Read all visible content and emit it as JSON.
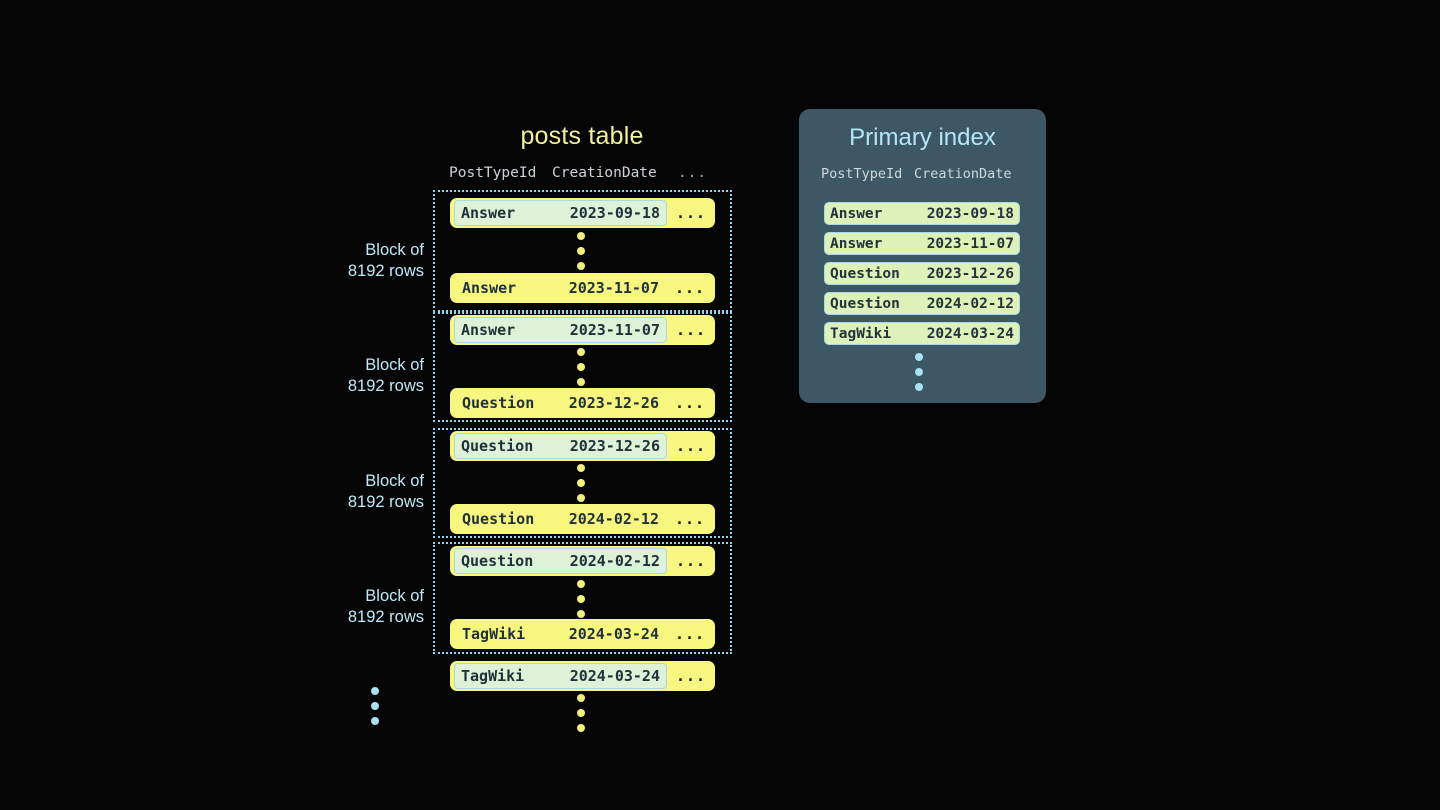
{
  "posts_table": {
    "title": "posts table",
    "columns": [
      "PostTypeId",
      "CreationDate",
      "..."
    ],
    "block_label_line1": "Block of",
    "block_label_line2": "8192 rows",
    "row_trailing": "...",
    "blocks": [
      {
        "label_line1": "Block of",
        "label_line2": "8192 rows",
        "first_row": {
          "post_type_id": "Answer",
          "creation_date": "2023-09-18",
          "trailing": "...",
          "highlighted": true
        },
        "last_row": {
          "post_type_id": "Answer",
          "creation_date": "2023-11-07",
          "trailing": "...",
          "highlighted": false
        }
      },
      {
        "label_line1": "Block of",
        "label_line2": "8192 rows",
        "first_row": {
          "post_type_id": "Answer",
          "creation_date": "2023-11-07",
          "trailing": "...",
          "highlighted": true
        },
        "last_row": {
          "post_type_id": "Question",
          "creation_date": "2023-12-26",
          "trailing": "...",
          "highlighted": false
        }
      },
      {
        "label_line1": "Block of",
        "label_line2": "8192 rows",
        "first_row": {
          "post_type_id": "Question",
          "creation_date": "2023-12-26",
          "trailing": "...",
          "highlighted": true
        },
        "last_row": {
          "post_type_id": "Question",
          "creation_date": "2024-02-12",
          "trailing": "...",
          "highlighted": false
        }
      },
      {
        "label_line1": "Block of",
        "label_line2": "8192 rows",
        "first_row": {
          "post_type_id": "Question",
          "creation_date": "2024-02-12",
          "trailing": "...",
          "highlighted": true
        },
        "last_row": {
          "post_type_id": "TagWiki",
          "creation_date": "2024-03-24",
          "trailing": "...",
          "highlighted": false
        }
      }
    ],
    "overflow_row": {
      "post_type_id": "TagWiki",
      "creation_date": "2024-03-24",
      "trailing": "...",
      "highlighted": true
    }
  },
  "primary_index": {
    "title": "Primary index",
    "columns": [
      "PostTypeId",
      "CreationDate"
    ],
    "rows": [
      {
        "post_type_id": "Answer",
        "creation_date": "2023-09-18"
      },
      {
        "post_type_id": "Answer",
        "creation_date": "2023-11-07"
      },
      {
        "post_type_id": "Question",
        "creation_date": "2023-12-26"
      },
      {
        "post_type_id": "Question",
        "creation_date": "2024-02-12"
      },
      {
        "post_type_id": "TagWiki",
        "creation_date": "2024-03-24"
      }
    ]
  },
  "colors": {
    "background": "#050505",
    "table_title": "#f2f29a",
    "row_pill": "#f7f77f",
    "row_highlight_fill": "#ddf2d6",
    "row_highlight_border": "#a9d8ea",
    "block_border": "#8fd6ee",
    "block_label": "#bfe9f7",
    "panel_bg": "#3d5765",
    "panel_title": "#b3e7f7",
    "index_row_fill": "#ddf2b8",
    "index_row_border": "#a9d8ea",
    "ellipsis_yellow": "#f0f07a",
    "ellipsis_blue": "#a7e2f2",
    "mono_text": "#20313a",
    "column_header": "#c8d4d8"
  }
}
